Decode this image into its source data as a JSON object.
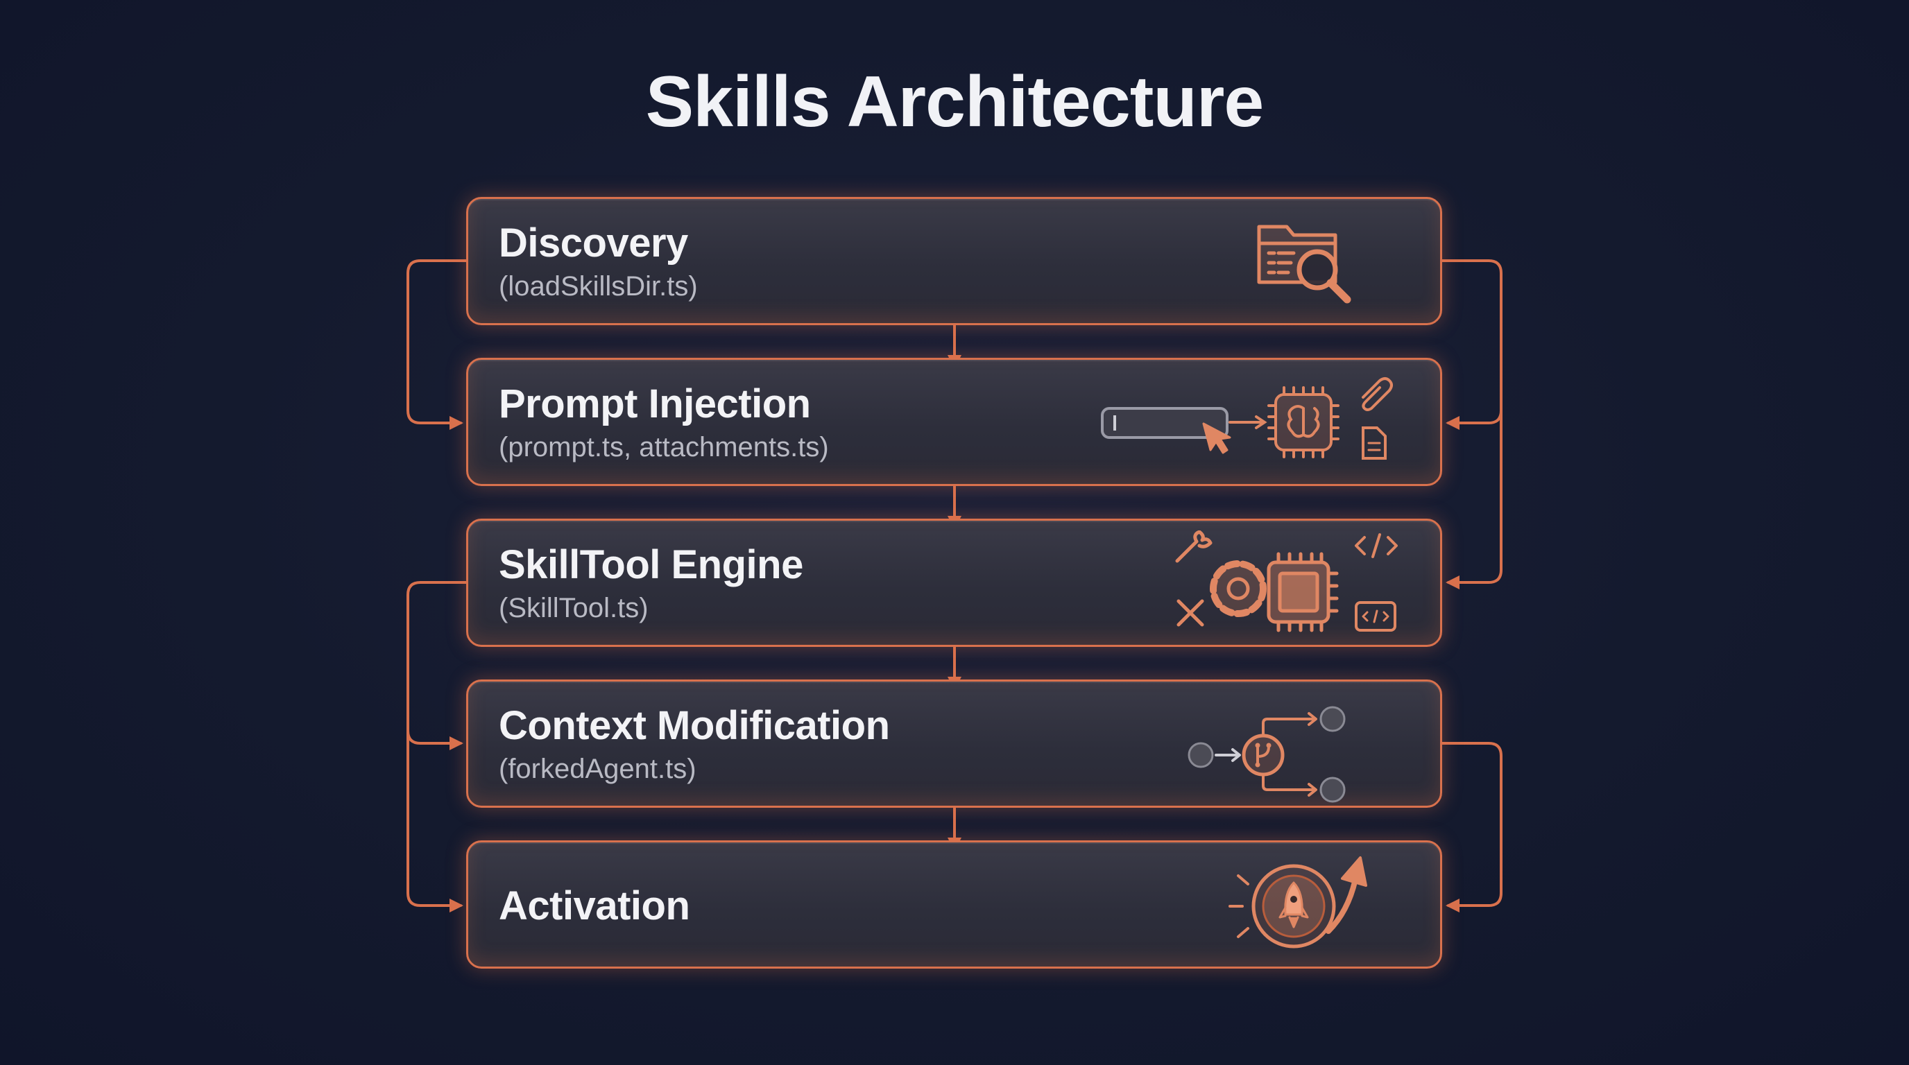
{
  "title": "Skills Architecture",
  "stages": [
    {
      "name": "Discovery",
      "file": "(loadSkillsDir.ts)",
      "icon": "folder-search-icon"
    },
    {
      "name": "Prompt Injection",
      "file": "(prompt.ts, attachments.ts)",
      "icon": "input-to-brain-chip-icon"
    },
    {
      "name": "SkillTool Engine",
      "file": "(SkillTool.ts)",
      "icon": "gear-chip-tools-icon"
    },
    {
      "name": "Context Modification",
      "file": "(forkedAgent.ts)",
      "icon": "fork-branch-icon"
    },
    {
      "name": "Activation",
      "file": "",
      "icon": "rocket-launch-icon"
    }
  ],
  "colors": {
    "background": "#141a2e",
    "accent": "#d9714d",
    "card": "#2d2e3b",
    "title_text": "#f1f2f6",
    "subtitle_text": "#b9bac4"
  }
}
